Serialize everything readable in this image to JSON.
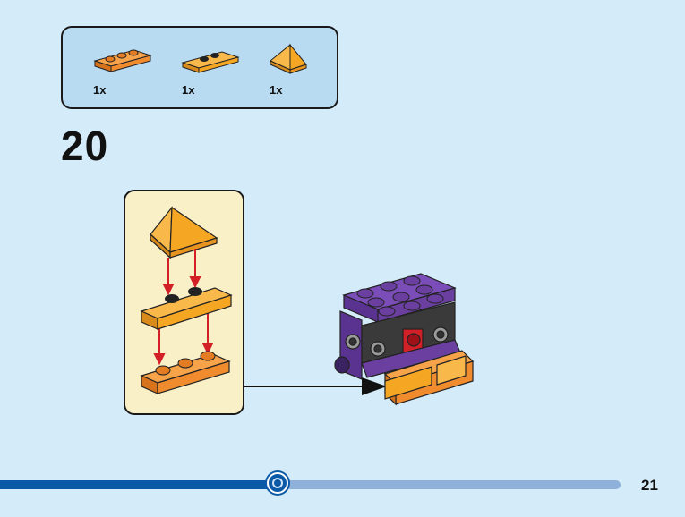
{
  "parts_list": {
    "items": [
      {
        "name": "orange-plate-1x3",
        "qty": "1x",
        "color": "#f08c2e"
      },
      {
        "name": "orange-plate-1x2-jumper",
        "qty": "1x",
        "color": "#f5a623"
      },
      {
        "name": "orange-slope-pyramid",
        "qty": "1x",
        "color": "#f5a623"
      }
    ]
  },
  "step": {
    "number": "20"
  },
  "progress": {
    "fraction": 0.447
  },
  "page": {
    "number": "21"
  },
  "colors": {
    "background": "#d4ebf9",
    "parts_box": "#b9dbf2",
    "callout": "#faf0c8",
    "orange": "#f08c2e",
    "light_orange": "#f5a623",
    "purple": "#6a3fa0",
    "arrow_red": "#d32027",
    "progress_fill": "#0b5aa8",
    "progress_track": "#8fb0db"
  }
}
